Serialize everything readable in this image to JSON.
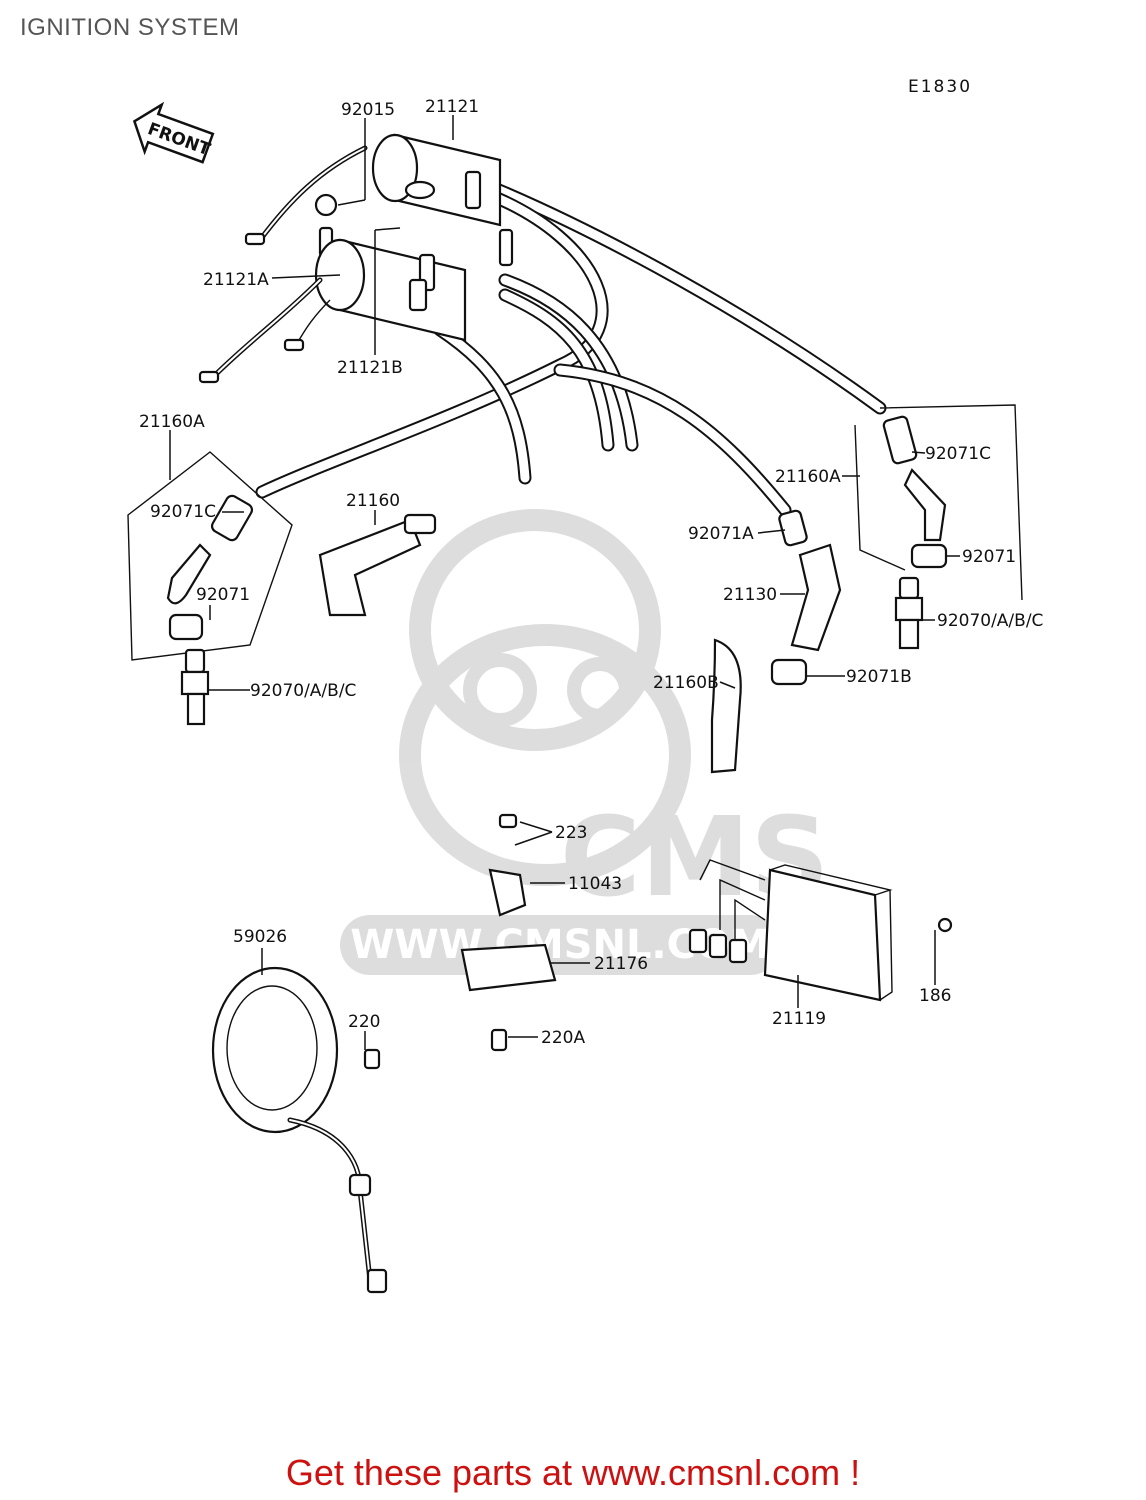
{
  "page": {
    "title": "IGNITION SYSTEM",
    "diagram_code": "E1830",
    "front_label": "FRONT",
    "promo": "Get these parts at www.cmsnl.com !",
    "promo_color": "#cc1111"
  },
  "watermark": {
    "brand": "CMS",
    "url": "WWW.CMSNL.COM"
  },
  "parts": {
    "p92015": "92015",
    "p21121": "21121",
    "p21121A": "21121A",
    "p21121B": "21121B",
    "p21160A_left": "21160A",
    "p92071C_left": "92071C",
    "p92071_left": "92071",
    "p92070_left": "92070/A/B/C",
    "p21160": "21160",
    "p92071A": "92071A",
    "p21130": "21130",
    "p21160B": "21160B",
    "p21160A_right": "21160A",
    "p92071C_right": "92071C",
    "p92071_right": "92071",
    "p92070_right": "92070/A/B/C",
    "p92071B": "92071B",
    "p223": "223",
    "p11043": "11043",
    "p21176": "21176",
    "p220A": "220A",
    "p59026": "59026",
    "p220": "220",
    "p21119": "21119",
    "p186": "186"
  }
}
